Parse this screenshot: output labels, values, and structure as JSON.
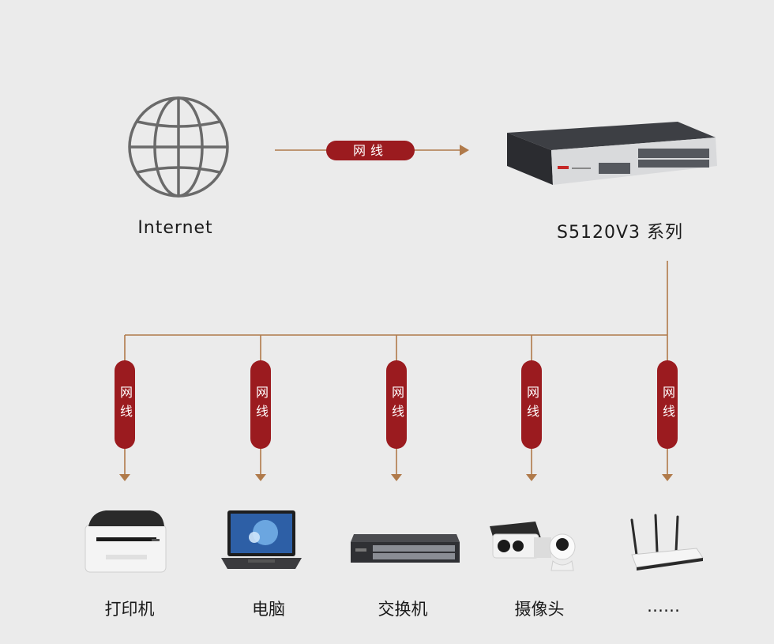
{
  "nodes": {
    "internet_label": "Internet",
    "switch_label": "S5120V3 系列"
  },
  "cable_label": "网线",
  "devices": [
    {
      "label": "打印机",
      "icon": "printer-icon"
    },
    {
      "label": "电脑",
      "icon": "laptop-icon"
    },
    {
      "label": "交换机",
      "icon": "switch-icon"
    },
    {
      "label": "摄像头",
      "icon": "camera-icon"
    },
    {
      "label": "……",
      "icon": "router-icon"
    }
  ],
  "colors": {
    "line": "#b07a4a",
    "pill": "#9b1b1f",
    "background": "#ebebeb"
  }
}
